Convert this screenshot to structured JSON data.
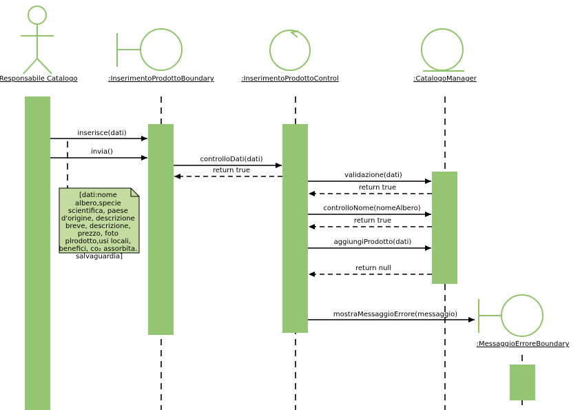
{
  "participants": {
    "actor": ":Responsabile Catalogo",
    "boundary": ":InserimentoProdottoBoundary",
    "control": ":InserimentoProdottoControl",
    "entity": ":CatalogoManager",
    "error_boundary": ":MessaggioErroreBoundary"
  },
  "messages": {
    "m1": "inserisce(dati)",
    "m2": "invia()",
    "m3": "controlloDati(dati)",
    "m4": "return true",
    "m5": "validazione(dati)",
    "m6": "return true",
    "m7": "controlloNome(nomeAlbero)",
    "m8": "return true",
    "m9": "aggiungiProdotto(dati)",
    "m10": "return null",
    "m11": "mostraMessaggioErrore(messaggio)"
  },
  "note": {
    "lines": [
      "[dati:nome",
      "albero,specie",
      "scientifica, paese",
      "d'origine, descrizione",
      "breve, descrizione,",
      "prezzo, foto",
      "plrodotto,usi locali,",
      "benefici, co₂ assorbita.",
      "salvaguardia]"
    ]
  },
  "colors": {
    "shape_stroke": "#8fc46a",
    "activation_fill": "#93c572",
    "note_fill": "#c5dca0",
    "line": "#000000"
  }
}
